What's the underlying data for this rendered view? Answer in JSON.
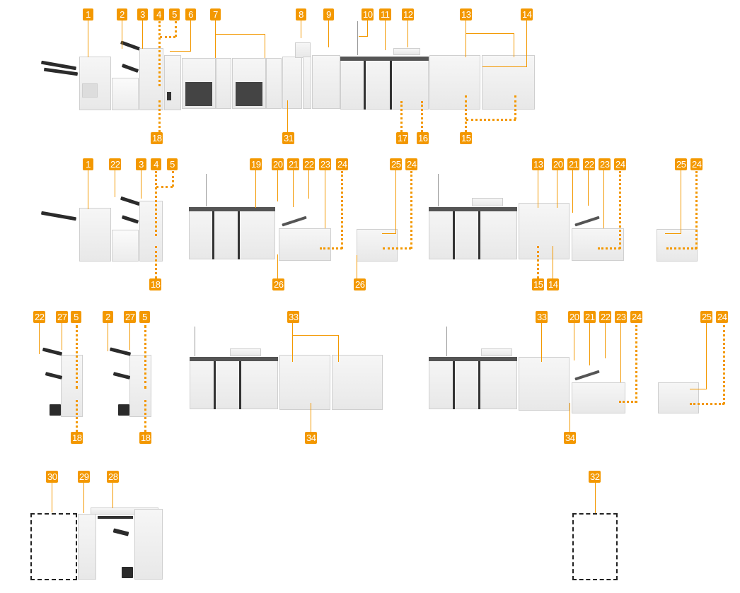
{
  "diagram": {
    "title": "Optional equipment configurations",
    "badge_color": "#f39800",
    "rows": [
      {
        "name": "configuration-1",
        "callouts": [
          "1",
          "2",
          "3",
          "4",
          "5",
          "6",
          "7",
          "8",
          "9",
          "10",
          "11",
          "12",
          "13",
          "14",
          "15",
          "16",
          "17",
          "18",
          "31"
        ]
      },
      {
        "name": "configuration-2",
        "callouts": [
          "1",
          "22",
          "3",
          "4",
          "5",
          "18",
          "19",
          "20",
          "21",
          "22",
          "23",
          "24",
          "26",
          "25",
          "24",
          "26",
          "13",
          "20",
          "21",
          "22",
          "23",
          "24",
          "15",
          "14",
          "25",
          "24"
        ]
      },
      {
        "name": "configuration-3",
        "callouts": [
          "22",
          "27",
          "5",
          "18",
          "2",
          "27",
          "5",
          "18",
          "33",
          "34",
          "33",
          "20",
          "21",
          "22",
          "23",
          "24",
          "34",
          "25",
          "24"
        ]
      },
      {
        "name": "configuration-4",
        "callouts": [
          "30",
          "29",
          "28",
          "32"
        ]
      }
    ]
  },
  "badges": {
    "b1a": "1",
    "b2a": "2",
    "b3a": "3",
    "b4a": "4",
    "b5a": "5",
    "b6a": "6",
    "b7a": "7",
    "b8a": "8",
    "b9a": "9",
    "b10a": "10",
    "b11a": "11",
    "b12a": "12",
    "b13a": "13",
    "b14a": "14",
    "b15a": "15",
    "b16a": "16",
    "b17a": "17",
    "b18a": "18",
    "b31a": "31",
    "r2_1": "1",
    "r2_22": "22",
    "r2_3": "3",
    "r2_4": "4",
    "r2_5": "5",
    "r2_18": "18",
    "r2_19": "19",
    "r2_20": "20",
    "r2_21": "21",
    "r2_22b": "22",
    "r2_23": "23",
    "r2_24": "24",
    "r2_26": "26",
    "r2_25": "25",
    "r2_24b": "24",
    "r2_26b": "26",
    "r2_13": "13",
    "r2_20b": "20",
    "r2_21b": "21",
    "r2_22c": "22",
    "r2_23b": "23",
    "r2_24c": "24",
    "r2_15": "15",
    "r2_14": "14",
    "r2_25b": "25",
    "r2_24d": "24",
    "r3_22": "22",
    "r3_27": "27",
    "r3_5": "5",
    "r3_18": "18",
    "r3_2": "2",
    "r3_27b": "27",
    "r3_5b": "5",
    "r3_18b": "18",
    "r3_33": "33",
    "r3_34": "34",
    "r3_33b": "33",
    "r3_20": "20",
    "r3_21": "21",
    "r3_22b": "22",
    "r3_23": "23",
    "r3_24": "24",
    "r3_34b": "34",
    "r3_25": "25",
    "r3_24b": "24",
    "r4_30": "30",
    "r4_29": "29",
    "r4_28": "28",
    "r4_32": "32"
  }
}
